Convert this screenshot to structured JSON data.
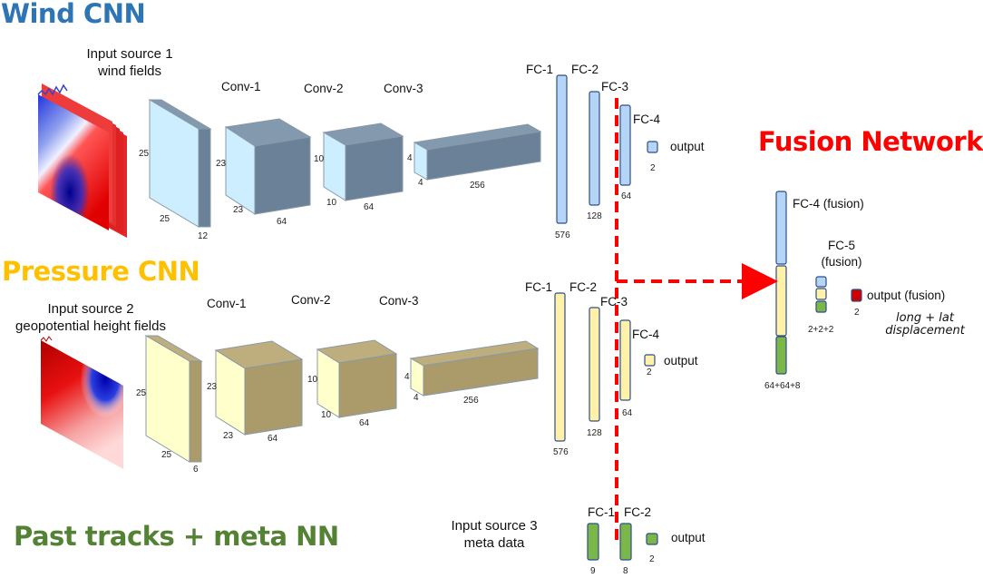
{
  "colors": {
    "wind_title": "#2e75b6",
    "pressure_title": "#ffc000",
    "meta_title": "#548235",
    "fusion_title": "#ff0000",
    "wind_front": "#cceeff",
    "wind_side": "#6b8197",
    "wind_top": "#8399ad",
    "pressure_front": "#ffffcc",
    "pressure_side": "#ab9a6a",
    "pressure_top": "#bfae7d",
    "fc_blue": "#b4d5f5",
    "fc_yellow": "#fff2a8",
    "fc_green": "#7ab648",
    "fc_border": "#2f4e8a",
    "output_red": "#cc0000",
    "dash_red": "#ff0000"
  },
  "wind": {
    "title": "Wind CNN",
    "input_label_1": "Input source 1",
    "input_label_2": "wind fields",
    "input_dims": [
      "25",
      "25",
      "12"
    ],
    "conv": [
      {
        "label": "Conv-1",
        "dims": [
          "23",
          "23",
          "64"
        ]
      },
      {
        "label": "Conv-2",
        "dims": [
          "10",
          "10",
          "64"
        ]
      },
      {
        "label": "Conv-3",
        "dims": [
          "4",
          "4",
          "256"
        ]
      }
    ],
    "fc": [
      {
        "label": "FC-1",
        "size": "576"
      },
      {
        "label": "FC-2",
        "size": "128"
      },
      {
        "label": "FC-3",
        "size": "64"
      },
      {
        "label": "FC-4",
        "size": "2"
      }
    ],
    "output_label": "output"
  },
  "pressure": {
    "title": "Pressure CNN",
    "input_label_1": "Input source 2",
    "input_label_2": "geopotential height fields",
    "input_dims": [
      "25",
      "25",
      "6"
    ],
    "conv": [
      {
        "label": "Conv-1",
        "dims": [
          "23",
          "23",
          "64"
        ]
      },
      {
        "label": "Conv-2",
        "dims": [
          "10",
          "10",
          "64"
        ]
      },
      {
        "label": "Conv-3",
        "dims": [
          "4",
          "4",
          "256"
        ]
      }
    ],
    "fc": [
      {
        "label": "FC-1",
        "size": "576"
      },
      {
        "label": "FC-2",
        "size": "128"
      },
      {
        "label": "FC-3",
        "size": "64"
      },
      {
        "label": "FC-4",
        "size": "2"
      }
    ],
    "output_label": "output"
  },
  "meta": {
    "title": "Past tracks + meta NN",
    "input_label_1": "Input source 3",
    "input_label_2": "meta data",
    "fc": [
      {
        "label": "FC-1",
        "size": "9"
      },
      {
        "label": "FC-2",
        "size": "8"
      }
    ],
    "output_label": "output",
    "output_size": "2"
  },
  "fusion": {
    "title": "Fusion Network",
    "fc4_label": "FC-4 (fusion)",
    "fc4_size": "64+64+8",
    "fc5_label_1": "FC-5",
    "fc5_label_2": "(fusion)",
    "fc5_size": "2+2+2",
    "output_label": "output (fusion)",
    "output_size": "2",
    "note_1": "long + lat",
    "note_2": "displacement"
  }
}
